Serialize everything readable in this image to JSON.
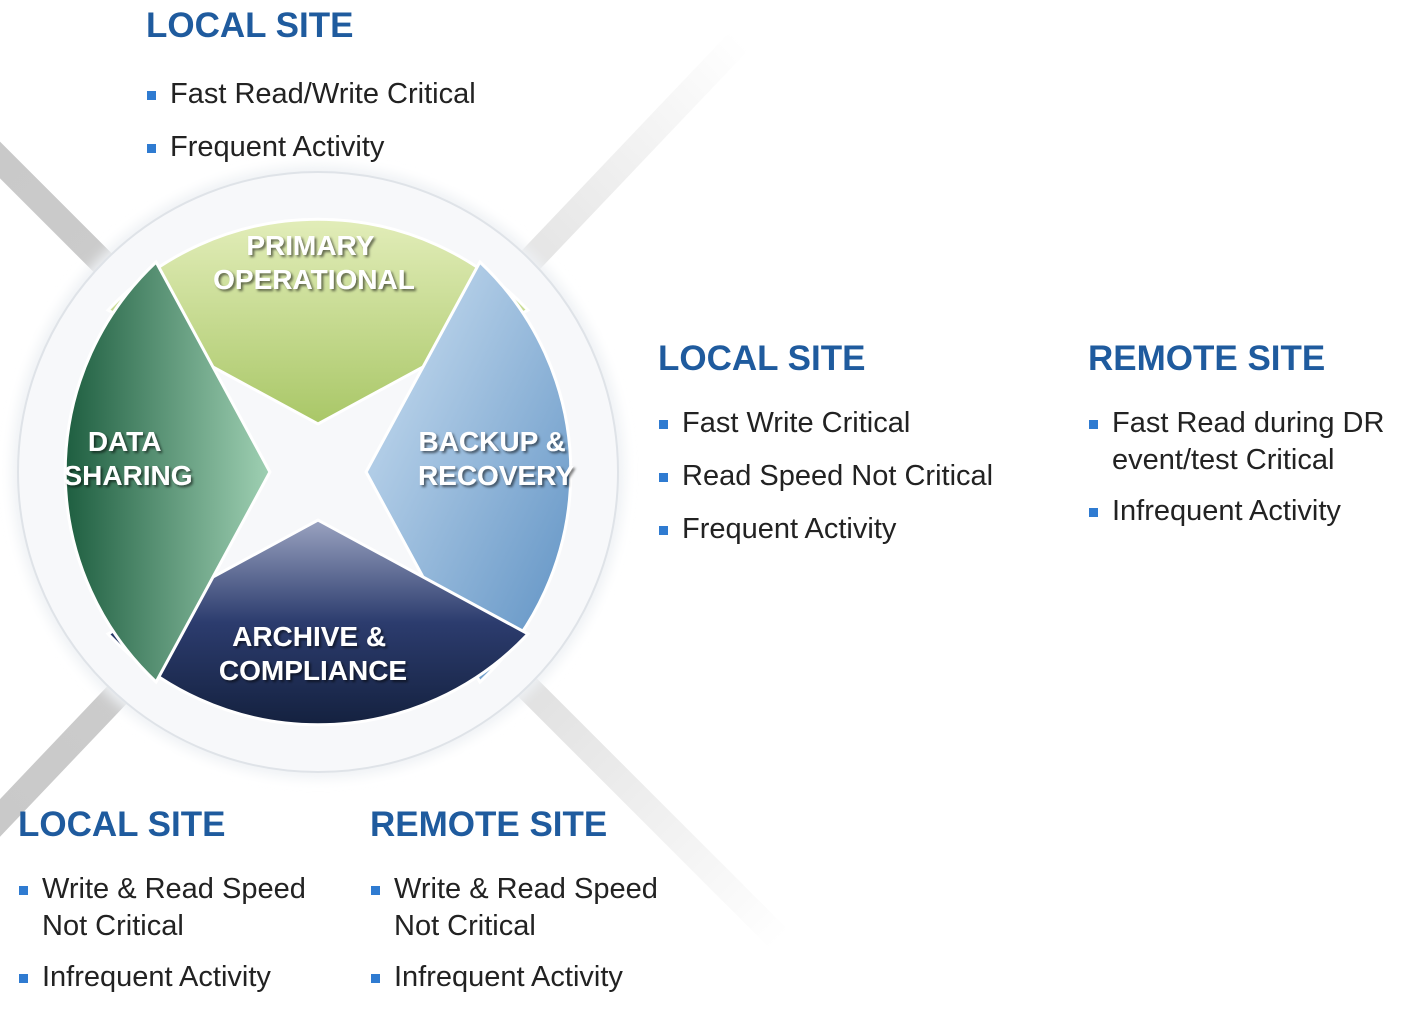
{
  "segments": {
    "primary": {
      "line1": "PRIMARY",
      "line2": "OPERATIONAL"
    },
    "backup": {
      "line1": "BACKUP &",
      "line2": "RECOVERY"
    },
    "archive": {
      "line1": "ARCHIVE &",
      "line2": "COMPLIANCE"
    },
    "sharing": {
      "line1": "DATA",
      "line2": "SHARING"
    }
  },
  "blocks": {
    "top_local": {
      "title": "LOCAL SITE",
      "items": [
        "Fast Read/Write Critical",
        "Frequent Activity"
      ]
    },
    "right_local": {
      "title": "LOCAL SITE",
      "items": [
        "Fast Write Critical",
        "Read Speed Not Critical",
        "Frequent Activity"
      ]
    },
    "right_remote": {
      "title": "REMOTE SITE",
      "items": [
        "Fast Read during DR event/test Critical",
        "Infrequent Activity"
      ]
    },
    "bottom_local": {
      "title": "LOCAL SITE",
      "items": [
        "Write & Read Speed Not Critical",
        "Infrequent Activity"
      ]
    },
    "bottom_remote": {
      "title": "REMOTE SITE",
      "items": [
        "Write & Read Speed Not Critical",
        "Infrequent Activity"
      ]
    }
  },
  "colors": {
    "heading": "#1f5b9e",
    "bullet": "#2f7bd1",
    "primary": "#c4da8c",
    "backup": "#7fb0db",
    "archive": "#1d2d58",
    "sharing": "#2d7a58"
  }
}
